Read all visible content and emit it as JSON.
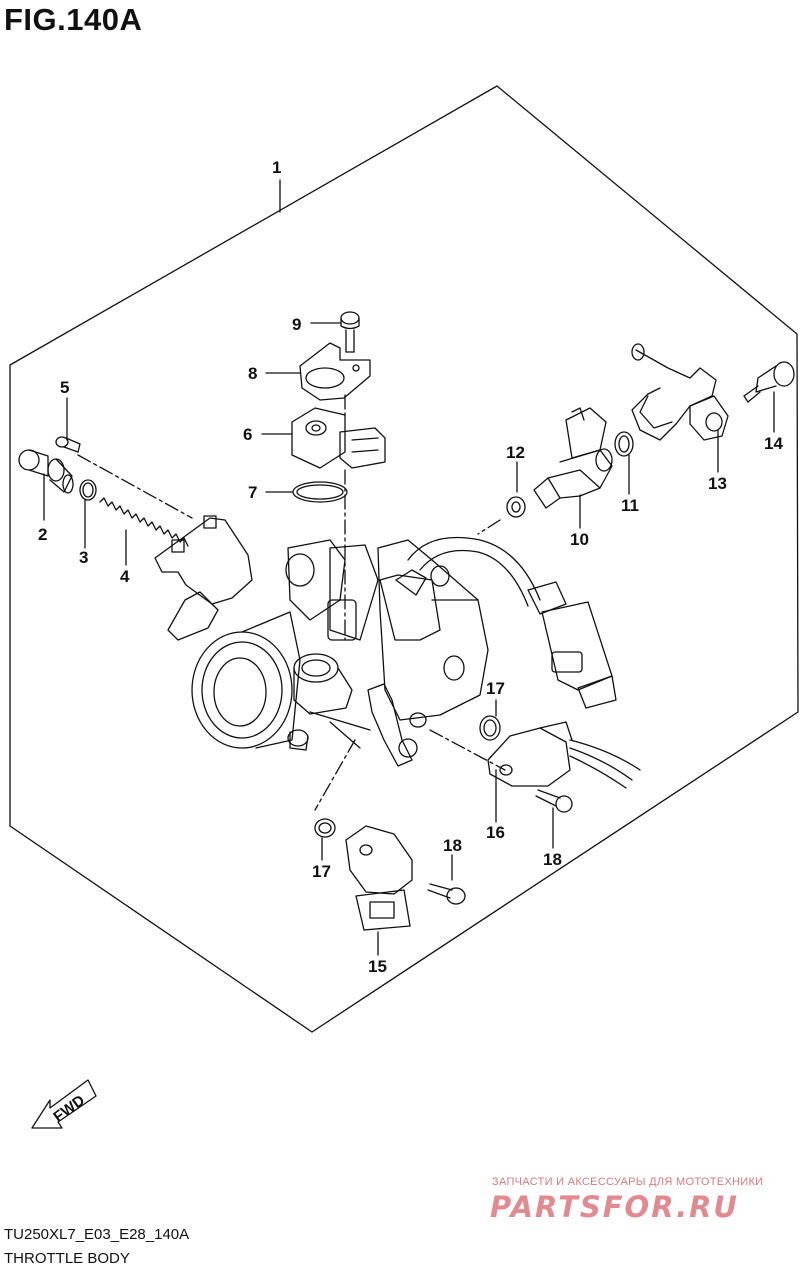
{
  "figure": {
    "title": "FIG.140A"
  },
  "callouts": [
    "1",
    "2",
    "3",
    "4",
    "5",
    "6",
    "7",
    "8",
    "9",
    "10",
    "11",
    "12",
    "13",
    "14",
    "15",
    "16",
    "17",
    "17",
    "18",
    "18"
  ],
  "fwd_label": "FWD",
  "footer": {
    "model_code": "TU250XL7_E03_E28_140A",
    "group_name": "THROTTLE BODY"
  },
  "watermark": {
    "tagline": "ЗАПЧАСТИ И АКСЕССУАРЫ ДЛЯ МОТОТЕХНИКИ",
    "logo_text": "PARTSFOR.RU"
  },
  "colors": {
    "line": "#111111",
    "watermark": "#e28a90"
  }
}
